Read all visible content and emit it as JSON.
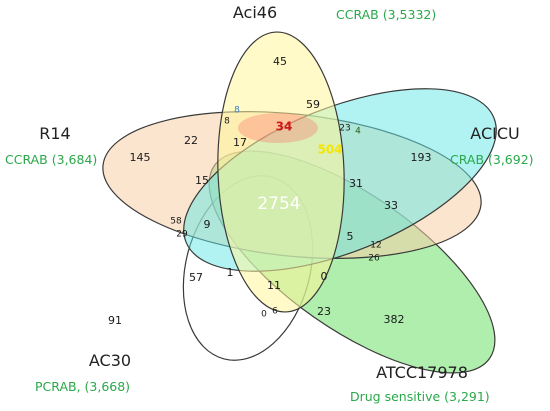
{
  "sets": [
    {
      "key": "aci46",
      "name": "Aci46",
      "info": "CCRAB (3,5332)",
      "color": "#fff59a"
    },
    {
      "key": "acicu",
      "name": "ACICU",
      "info": "CRAB (3,692)",
      "color": "#63e8e6"
    },
    {
      "key": "atcc",
      "name": "ATCC17978",
      "info": "Drug sensitive (3,291)",
      "color": "#6fe06a"
    },
    {
      "key": "ac30",
      "name": "AC30",
      "info": "PCRAB, (3,668)",
      "color": "#ffffff"
    },
    {
      "key": "r14",
      "name": "R14",
      "info": "CCRAB (3,684)",
      "color": "#f7cfa8"
    }
  ],
  "regions": [
    {
      "label": "45"
    },
    {
      "label": "59"
    },
    {
      "label": "8"
    },
    {
      "label": "8"
    },
    {
      "label": "34"
    },
    {
      "label": "23"
    },
    {
      "label": "4"
    },
    {
      "label": "504"
    },
    {
      "label": "22"
    },
    {
      "label": "17"
    },
    {
      "label": "145"
    },
    {
      "label": "193"
    },
    {
      "label": "15"
    },
    {
      "label": "31"
    },
    {
      "label": "2754"
    },
    {
      "label": "33"
    },
    {
      "label": "9"
    },
    {
      "label": "58"
    },
    {
      "label": "29"
    },
    {
      "label": "5"
    },
    {
      "label": "12"
    },
    {
      "label": "26"
    },
    {
      "label": "57"
    },
    {
      "label": "1"
    },
    {
      "label": "0"
    },
    {
      "label": "11"
    },
    {
      "label": "91"
    },
    {
      "label": "0"
    },
    {
      "label": "6"
    },
    {
      "label": "23"
    },
    {
      "label": "382"
    }
  ]
}
